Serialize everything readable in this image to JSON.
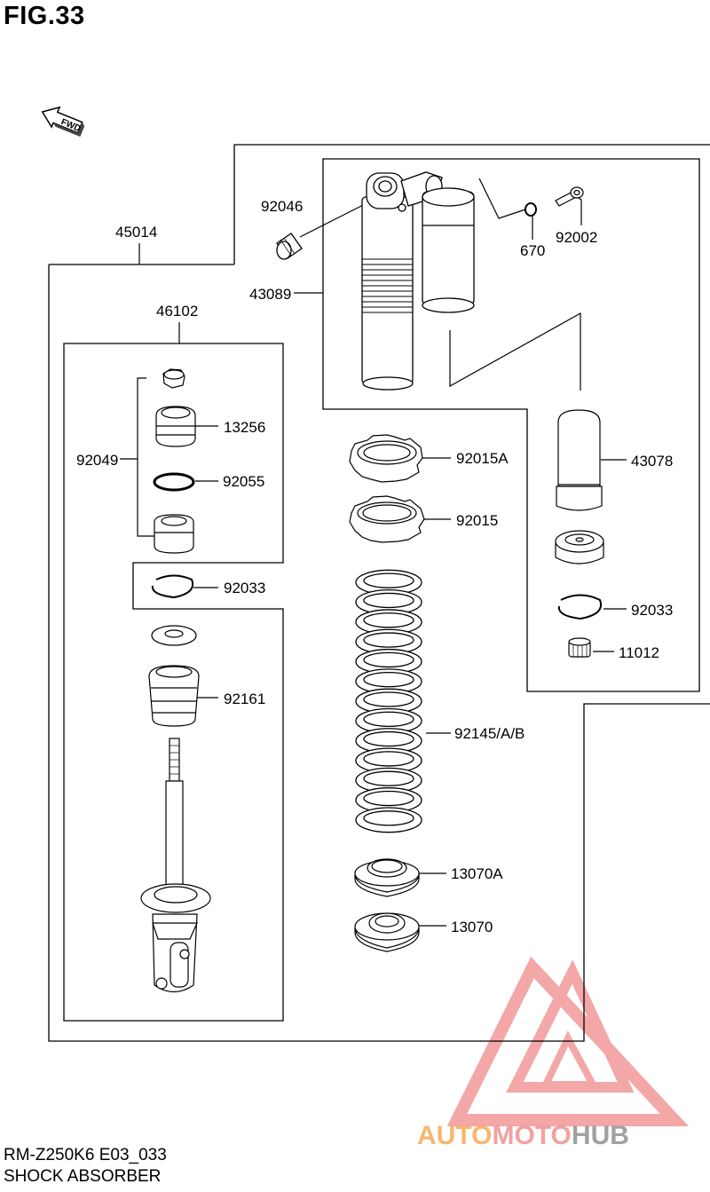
{
  "figure": {
    "title": "FIG.33"
  },
  "footer": {
    "model_code": "RM-Z250K6 E03_033",
    "section_name": "SHOCK ABSORBER"
  },
  "fwd_label": "FWD",
  "parts": {
    "p45014": "45014",
    "p46102": "46102",
    "p92046": "92046",
    "p43089": "43089",
    "p670": "670",
    "p92002": "92002",
    "p13256": "13256",
    "p92049": "92049",
    "p92055": "92055",
    "p92015A": "92015A",
    "p92015": "92015",
    "p43078": "43078",
    "p92033_left": "92033",
    "p92033_right": "92033",
    "p11012": "11012",
    "p92161": "92161",
    "p92145": "92145/A/B",
    "p13070A": "13070A",
    "p13070": "13070"
  },
  "watermark": {
    "part1": "AUTO",
    "part2": "MOTO",
    "part3": "HUB",
    "color_orange": "#f7a44a",
    "color_red": "#f08a8a",
    "color_gray": "#8a8a8a"
  }
}
